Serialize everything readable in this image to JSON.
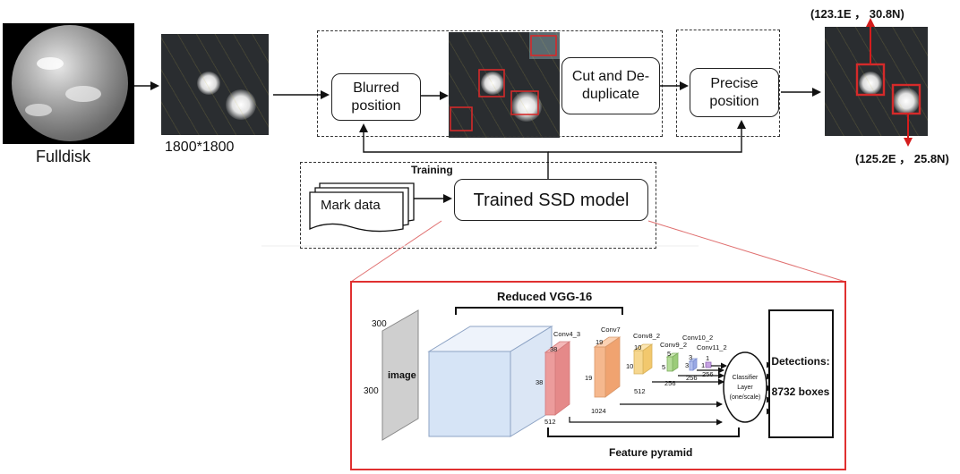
{
  "top": {
    "fulldisk_label": "Fulldisk",
    "size_label": "1800*1800",
    "blurred_label": "Blurred position",
    "cut_label": "Cut and De-duplicate",
    "precise_label": "Precise position",
    "coord_top": "(123.1E ， 30.8N)",
    "coord_bottom": "(125.2E ， 25.8N)"
  },
  "training": {
    "training_label": "Training",
    "mark_label": "Mark data",
    "ssd_label": "Trained SSD model"
  },
  "network": {
    "vgg_label": "Reduced VGG-16",
    "feature_label": "Feature pyramid",
    "image_label": "image",
    "image_size_top": "300",
    "image_size_left": "300",
    "layers": [
      {
        "name": "Conv4_3",
        "top_dim": "38",
        "side_dim": "38",
        "depth": "512"
      },
      {
        "name": "Conv7",
        "top_dim": "19",
        "side_dim": "19",
        "depth": "1024"
      },
      {
        "name": "Conv8_2",
        "top_dim": "10",
        "side_dim": "10",
        "depth": "512"
      },
      {
        "name": "Conv9_2",
        "top_dim": "5",
        "side_dim": "5",
        "depth": "256"
      },
      {
        "name": "Conv10_2",
        "top_dim": "3",
        "side_dim": "3",
        "depth": "256"
      },
      {
        "name": "Conv11_2",
        "top_dim": "1",
        "side_dim": "1",
        "depth": "256"
      }
    ],
    "classifier_line1": "Classifier",
    "classifier_line2": "Layer",
    "classifier_line3": "(one/scale)",
    "detections_line1": "Detections:",
    "detections_line2": "8732 boxes"
  },
  "colors": {
    "highlight_red": "#d42a2a",
    "arrow_red": "#d41c1c"
  }
}
